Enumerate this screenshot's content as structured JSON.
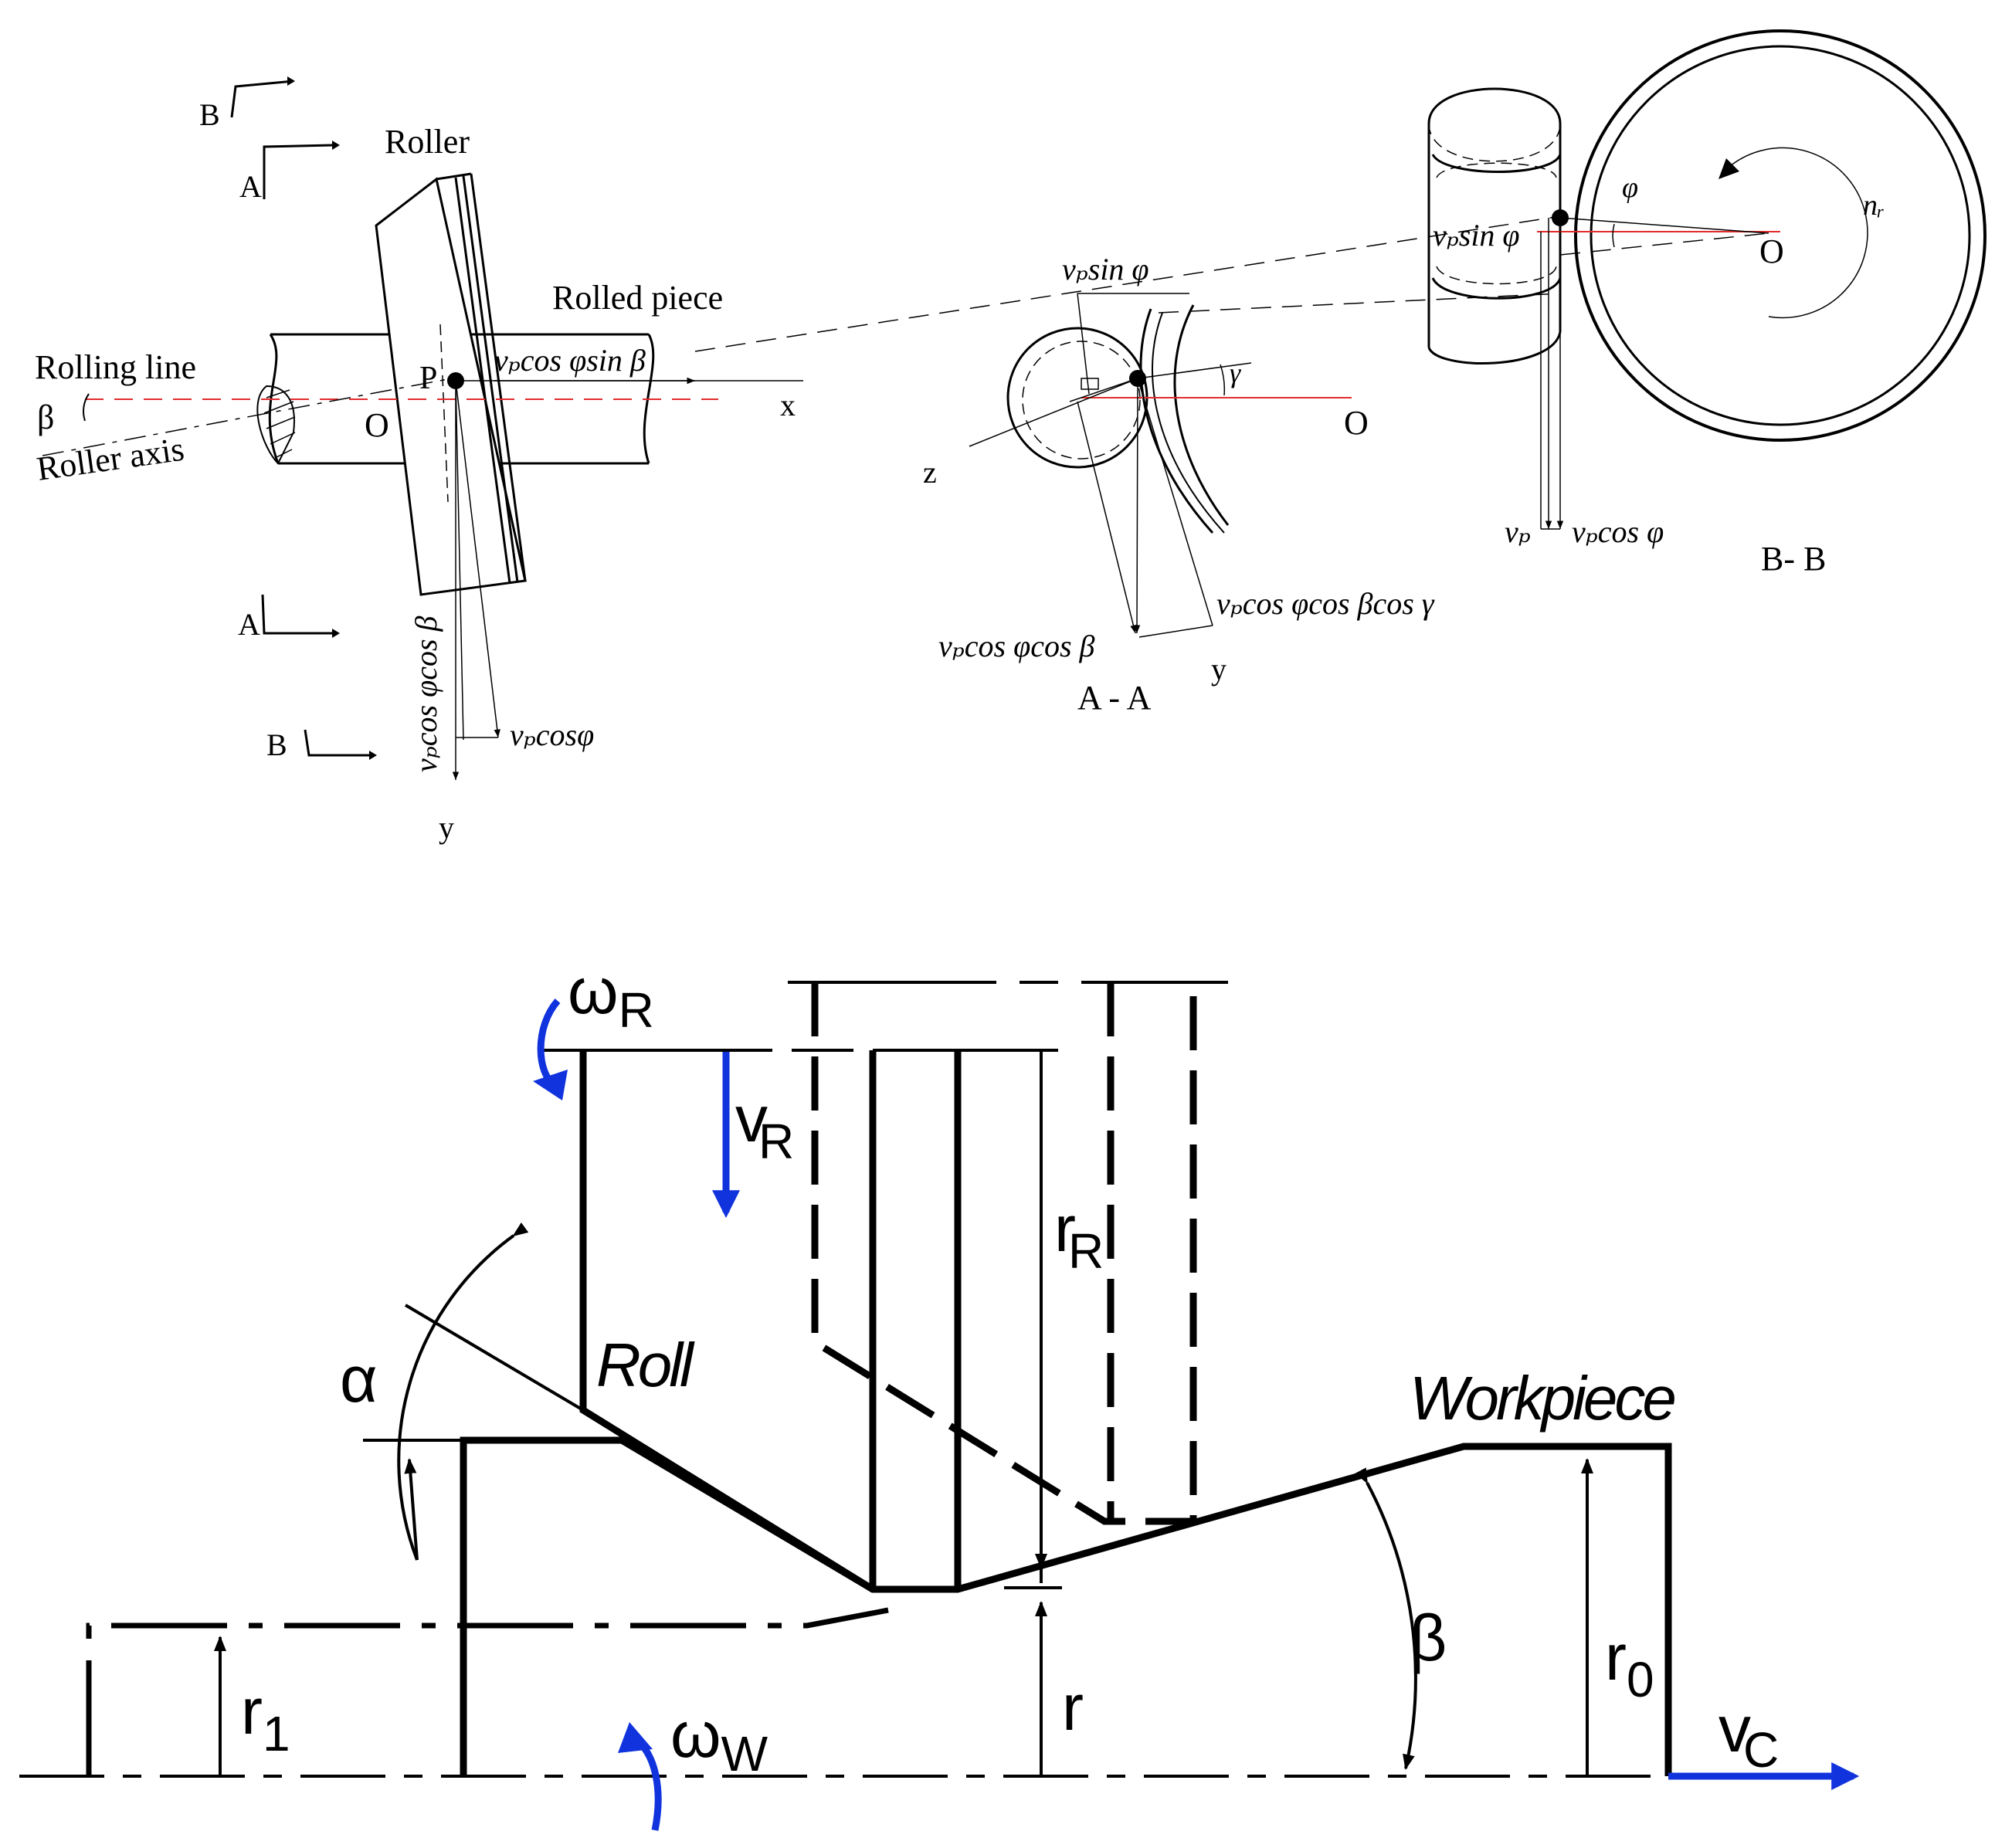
{
  "top": {
    "roller": "Roller",
    "rolled_piece": "Rolled piece",
    "rolling_line": "Rolling line",
    "roller_axis": "Roller axis",
    "beta": "β",
    "origin_left": "O",
    "point_p": "P",
    "axis_x": "x",
    "axis_y_left": "y",
    "section_a_top": "A",
    "section_a_bottom": "A",
    "section_b_top": "B",
    "section_b_bottom": "B",
    "v_cos_phi_sin_beta": "vₚcos φsin β",
    "v_cos_phi_cos_beta_vertical": "vₚcos φcos β",
    "v_cosphi_left": "vₚcosφ",
    "v_sin_phi_mid": "vₚsin φ",
    "gamma": "γ",
    "origin_mid": "O",
    "axis_z": "z",
    "axis_y_mid": "y",
    "v_cos_phi_cos_beta_mid": "vₚcos φcos β",
    "v_cos_phi_cos_beta_cos_gamma": "vₚcos φcos βcos γ",
    "section_aa": "A - A",
    "v_sin_phi_right": "vₚsin φ",
    "phi": "φ",
    "origin_right": "O",
    "n_r": "nᵣ",
    "v_p": "vₚ",
    "v_cos_phi_right": "vₚcos φ",
    "section_bb": "B- B"
  },
  "bottom": {
    "omega_r": "ω",
    "omega_r_sub": "R",
    "v_r": "v",
    "v_r_sub": "R",
    "r_r": "r",
    "r_r_sub": "R",
    "roll": "Roll",
    "workpiece": "Workpiece",
    "alpha": "α",
    "beta": "β",
    "r": "r",
    "r0": "r",
    "r0_sub": "0",
    "r1": "r",
    "r1_sub": "1",
    "omega_w": "ω",
    "omega_w_sub": "W",
    "v_c": "v",
    "v_c_sub": "C"
  },
  "colors": {
    "line": "#000000",
    "red": "#e32b2b",
    "blue": "#1133dd"
  }
}
